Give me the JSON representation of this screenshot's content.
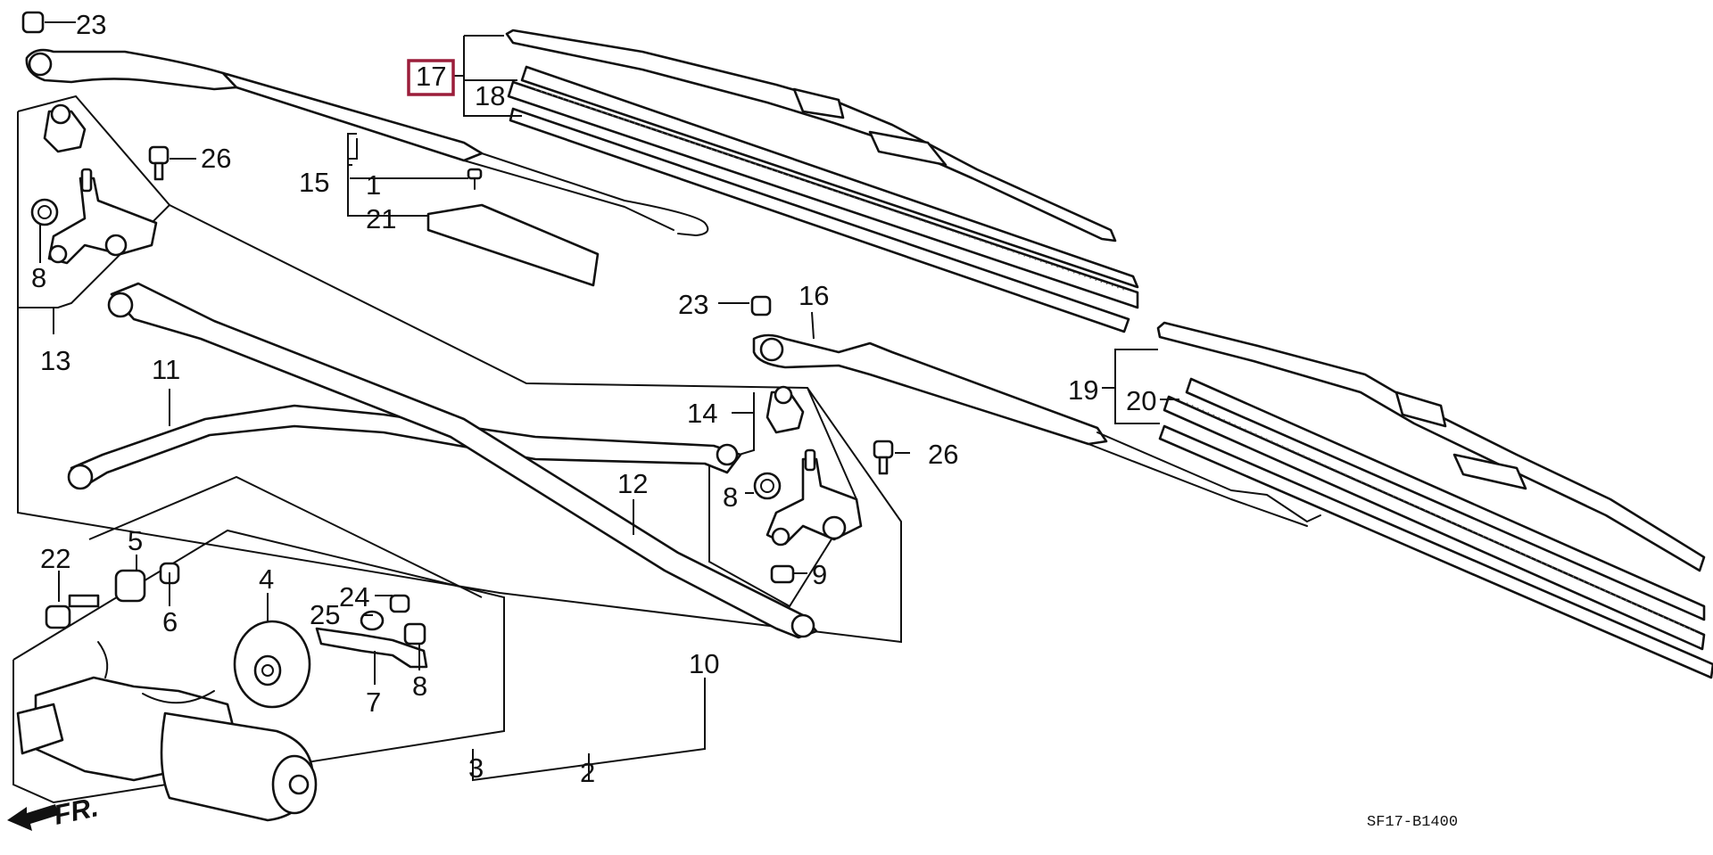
{
  "callouts": {
    "c23_top": "23",
    "c26_top": "26",
    "c15": "15",
    "c1": "1",
    "c21": "21",
    "c17": "17",
    "c18": "18",
    "c8_left": "8",
    "c13": "13",
    "c11": "11",
    "c16": "16",
    "c23_mid": "23",
    "c19": "19",
    "c20": "20",
    "c14": "14",
    "c26_mid": "26",
    "c12": "12",
    "c8_mid": "8",
    "c9": "9",
    "c22": "22",
    "c5": "5",
    "c6": "6",
    "c4": "4",
    "c24": "24",
    "c25": "25",
    "c7": "7",
    "c8_bottom": "8",
    "c10": "10",
    "c3": "3",
    "c2": "2"
  },
  "fr_label": "FR.",
  "diagram_code": "SF17-B1400",
  "highlight": {
    "part": "17",
    "color": "#9b1d3a"
  }
}
